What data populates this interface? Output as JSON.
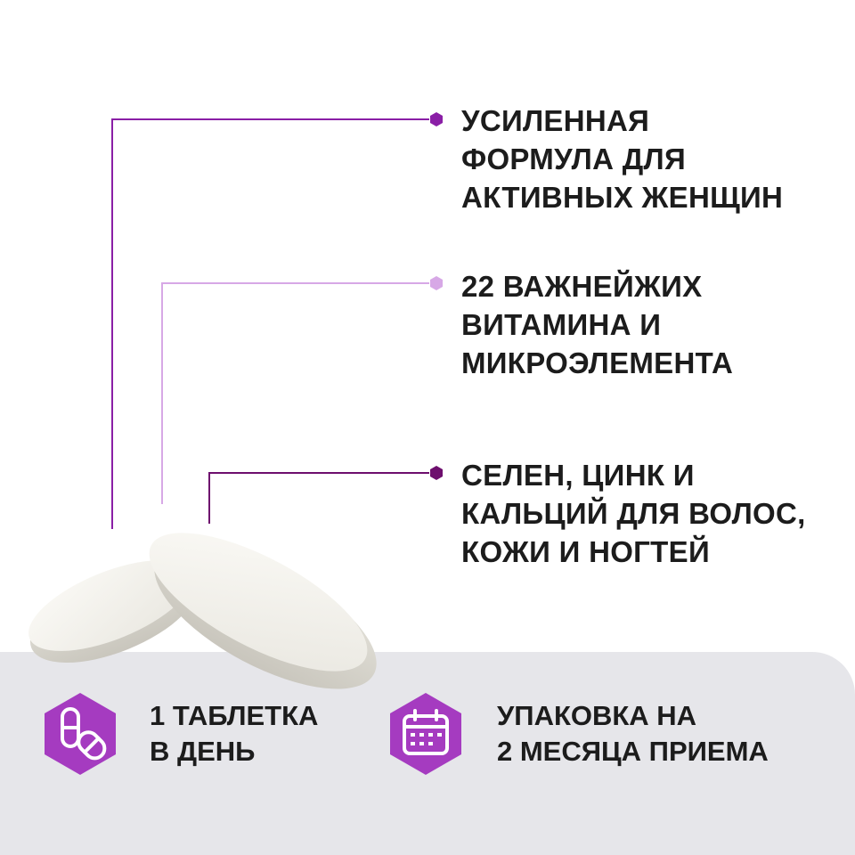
{
  "colors": {
    "accent_dark": "#8a1fa6",
    "accent_light": "#d7a8e6",
    "accent_deep": "#6e0f6e",
    "badge": "#a53bc0",
    "panel": "#e6e6ea",
    "text": "#1c1c1c"
  },
  "features": [
    {
      "lines": [
        "УСИЛЕННАЯ",
        "ФОРМУЛА ДЛЯ",
        "АКТИВНЫХ ЖЕНЩИН"
      ],
      "bullet": "hexagon-bullet-icon"
    },
    {
      "lines": [
        "22 ВАЖНЕЙЖИХ",
        "ВИТАМИНА И",
        "МИКРОЭЛЕМЕНТА"
      ],
      "bullet": "hexagon-bullet-icon"
    },
    {
      "lines": [
        "СЕЛЕН, ЦИНК И",
        "КАЛЬЦИЙ ДЛЯ ВОЛОС,",
        "КОЖИ И НОГТЕЙ"
      ],
      "bullet": "hexagon-bullet-icon"
    }
  ],
  "info": [
    {
      "icon": "capsules-icon",
      "lines": [
        "1 ТАБЛЕТКА",
        "В ДЕНЬ"
      ]
    },
    {
      "icon": "calendar-icon",
      "lines": [
        "УПАКОВКА НА",
        "2 МЕСЯЦА ПРИЕМА"
      ]
    }
  ]
}
